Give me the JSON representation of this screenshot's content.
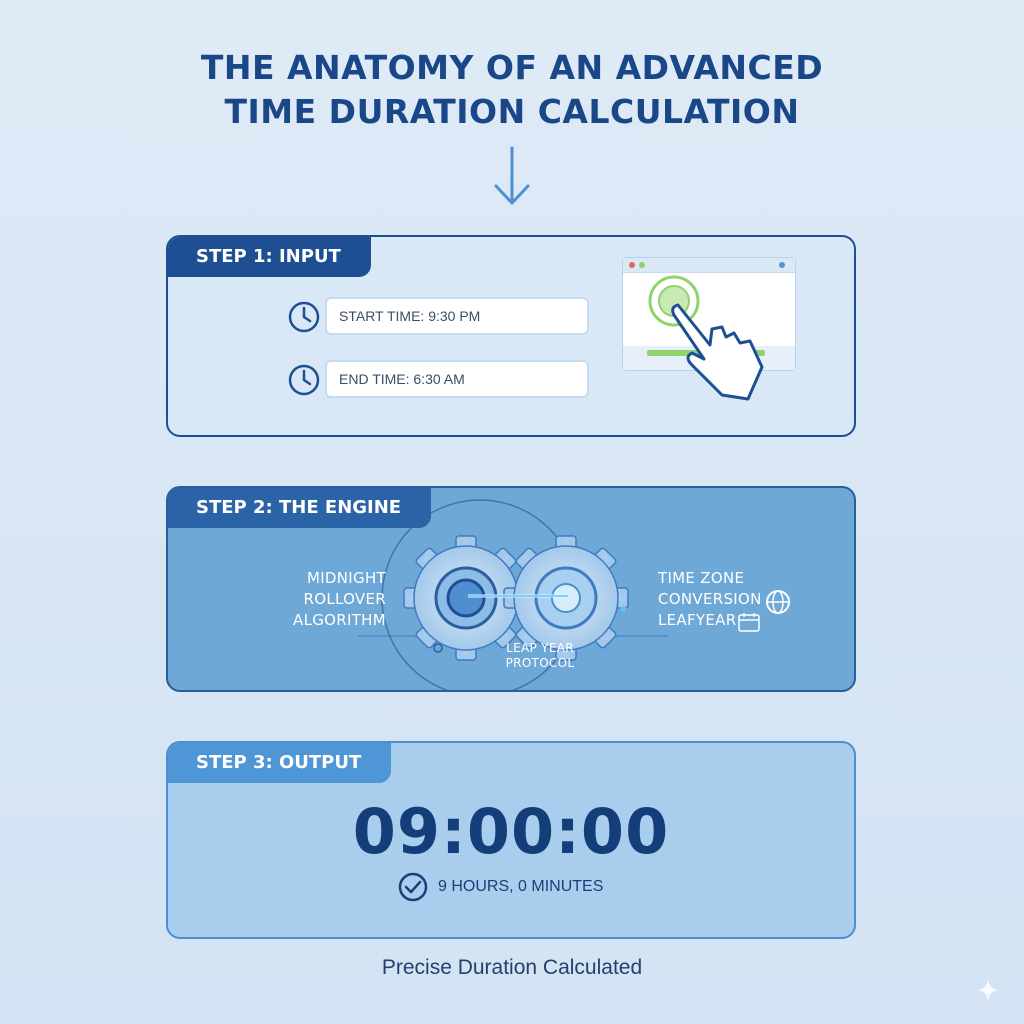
{
  "title": {
    "line1": "THE ANATOMY OF AN ADVANCED",
    "line2": "TIME DURATION CALCULATION"
  },
  "step1": {
    "label": "STEP 1: INPUT",
    "start_field": "START TIME: 9:30 PM",
    "end_field": "END TIME: 6:30 AM",
    "icons": [
      "clock-icon",
      "browser-window-icon",
      "pointing-hand-icon"
    ]
  },
  "step2": {
    "label": "STEP 2: THE ENGINE",
    "left_lines": [
      "MIDNIGHT",
      "ROLLOVER",
      "ALGORITHM"
    ],
    "right_lines": [
      "TIME ZONE",
      "CONVERSION",
      "LEAFYEAR"
    ],
    "bottom_lines": [
      "LEAP YEAR",
      "PROTOCOL"
    ],
    "icons": [
      "gears-icon",
      "globe-icon",
      "calendar-icon"
    ]
  },
  "step3": {
    "label": "STEP 3: OUTPUT",
    "duration": "09:00:00",
    "duration_text": "9 HOURS, 0 MINUTES",
    "icons": [
      "check-circle-icon"
    ]
  },
  "footer": "Precise Duration Calculated",
  "colors": {
    "navy": "#1a4788",
    "panel1_bg": "#d8e8f7",
    "panel2_bg": "#6ea8d6",
    "panel3_bg": "#a9cdec",
    "accent_green": "#8fd46a"
  }
}
